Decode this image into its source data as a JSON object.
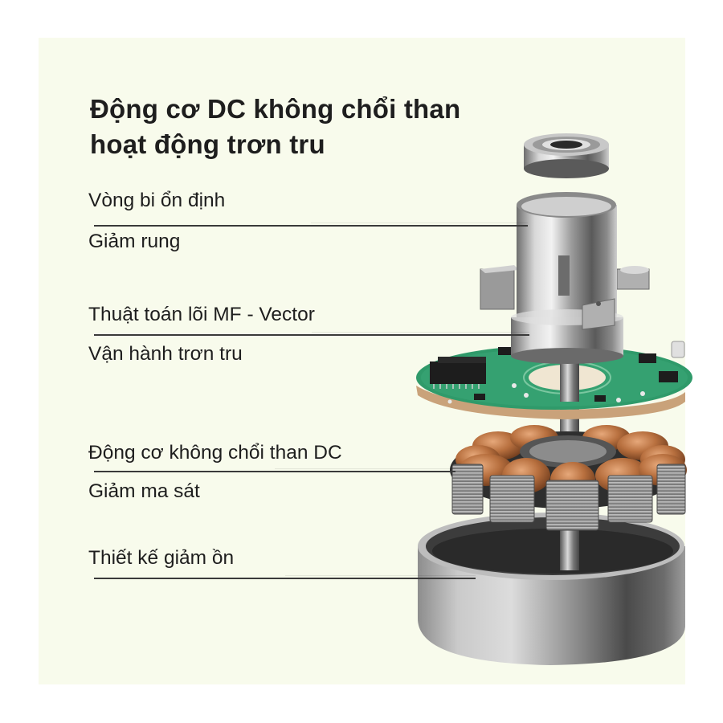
{
  "title": {
    "line1": "Động cơ DC không chổi than",
    "line2": "hoạt động trơn tru"
  },
  "features": [
    {
      "heading": "Vòng bi ổn định",
      "subtext": "Giảm rung",
      "points_to": "bearing-housing"
    },
    {
      "heading": "Thuật toán lõi MF - Vector",
      "subtext": "Vận hành trơn tru",
      "points_to": "housing-base"
    },
    {
      "heading": "Động cơ không chổi than DC",
      "subtext": "Giảm ma sát",
      "points_to": "stator-coils"
    },
    {
      "heading": "Thiết kế giảm ồn",
      "subtext": "",
      "points_to": "rotor-cup"
    }
  ],
  "illustration": {
    "components": [
      "ball-bearing",
      "bearing-housing",
      "pcb-controller-board",
      "motor-shaft",
      "stator-coils",
      "rotor-cup"
    ]
  },
  "colors": {
    "panel_background": "#f8fbec",
    "text": "#1e1e1e",
    "leader_line": "#3a3a3a",
    "pcb_green": "#2f9a6a",
    "copper": "#b8703f",
    "metal": "#a9a9a9"
  }
}
